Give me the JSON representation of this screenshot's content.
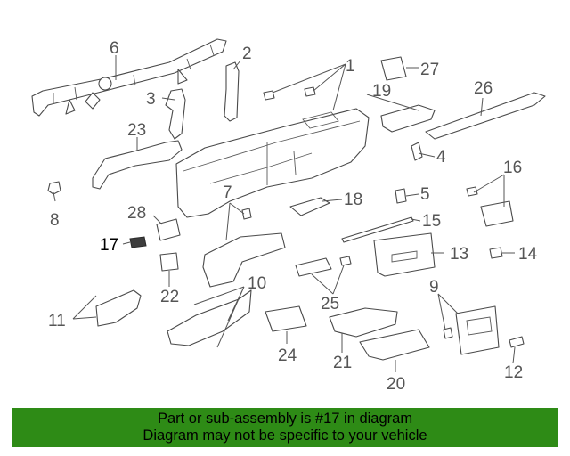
{
  "callouts": {
    "c1": "1",
    "c2": "2",
    "c3": "3",
    "c4": "4",
    "c5": "5",
    "c6": "6",
    "c7": "7",
    "c8": "8",
    "c10": "10",
    "c11": "11",
    "c12": "12",
    "c13": "13",
    "c14": "14",
    "c15": "15",
    "c16": "16",
    "c17": "17",
    "c18": "18",
    "c19": "19",
    "c20": "20",
    "c21": "21",
    "c22": "22",
    "c23": "23",
    "c24": "24",
    "c25": "25",
    "c26": "26",
    "c27": "27",
    "c28": "28",
    "c9": "9"
  },
  "highlighted_part": "17",
  "banner": {
    "line1": "Part or sub-assembly is #17 in diagram",
    "line2": "Diagram may not be specific to your vehicle",
    "color": "#2e8b16"
  }
}
